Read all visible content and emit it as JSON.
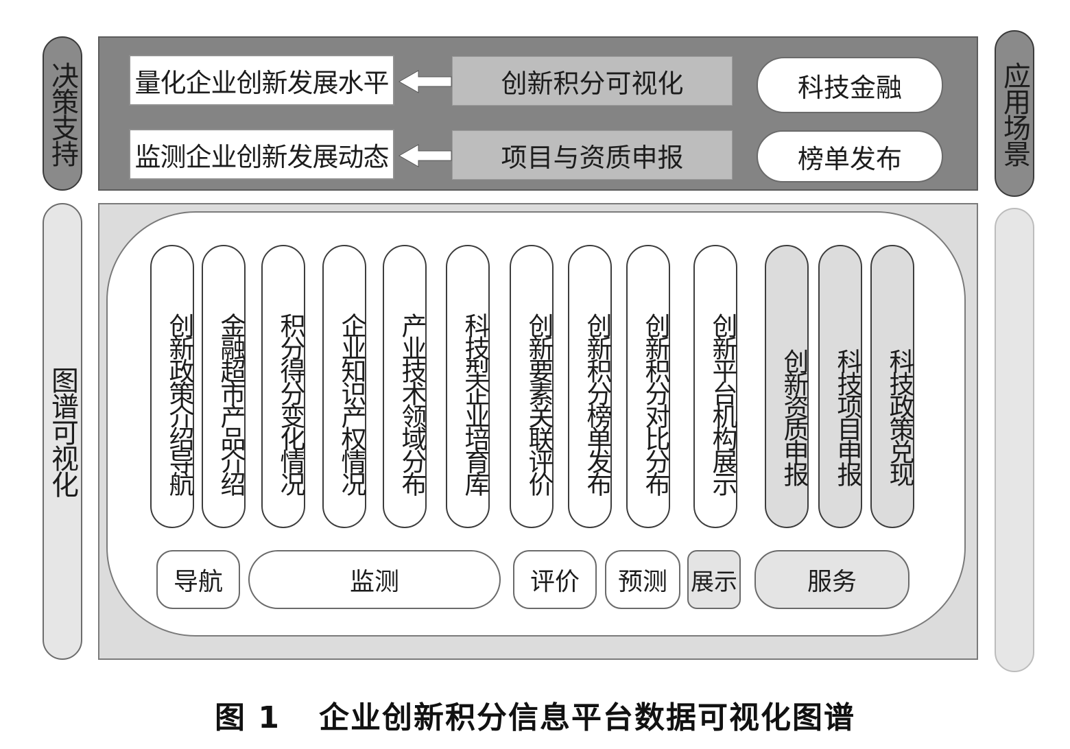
{
  "side_labels": {
    "left_top": "决策支持",
    "left_bottom": "图谱可视化",
    "right_top": "应用场景"
  },
  "top_panel": {
    "rows": [
      {
        "outcome": "量化企业创新发展水平",
        "module": "创新积分可视化",
        "scenario": "科技金融"
      },
      {
        "outcome": "监测企业创新发展动态",
        "module": "项目与资质申报",
        "scenario": "榜单发布"
      }
    ]
  },
  "features": [
    "创新政策介绍导航",
    "金融超市产品介绍",
    "积分得分变化情况",
    "企业知识产权情况",
    "产业技术领域分布",
    "科技型企业培育库",
    "创新要素关联评价",
    "创新积分榜单发布",
    "创新积分对比分布",
    "创新平台机构展示",
    "创新资质申报",
    "科技项目申报",
    "科技政策兑现"
  ],
  "categories": [
    "导航",
    "监测",
    "评价",
    "预测",
    "展示",
    "服务"
  ],
  "caption": {
    "number": "图 1",
    "title": "企业创新积分信息平台数据可视化图谱"
  },
  "colors": {
    "top_panel": "#848484",
    "bottom_panel": "#dcdcdc",
    "module_box": "#bdbdbd"
  }
}
